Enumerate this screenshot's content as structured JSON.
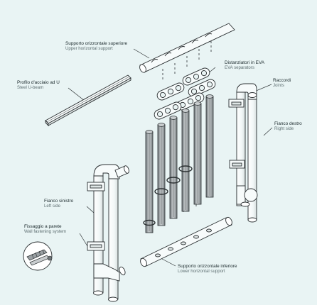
{
  "colors": {
    "background": "#e9f4f4",
    "stroke": "#2a2f31",
    "part_fill": "#f7fbfb",
    "rod_fill": "#9aa0a3"
  },
  "labels": {
    "upper_support": {
      "it": "Supporto orizzontale superiore",
      "en": "Upper horizontal support"
    },
    "u_beam": {
      "it": "Profilo d'acciaio ad U",
      "en": "Steel U-beam"
    },
    "eva_separators": {
      "it": "Distanziatori in EVA",
      "en": "EVA separators"
    },
    "joints": {
      "it": "Raccordi",
      "en": "Joints"
    },
    "right_side": {
      "it": "Fianco destro",
      "en": "Right side"
    },
    "left_side": {
      "it": "Fianco sinistro",
      "en": "Left side"
    },
    "wall_fastening": {
      "it": "Fissaggio a parete",
      "en": "Wall fastening system"
    },
    "lower_support": {
      "it": "Supporto orizzontale inferiore",
      "en": "Lower horizontal support"
    }
  }
}
